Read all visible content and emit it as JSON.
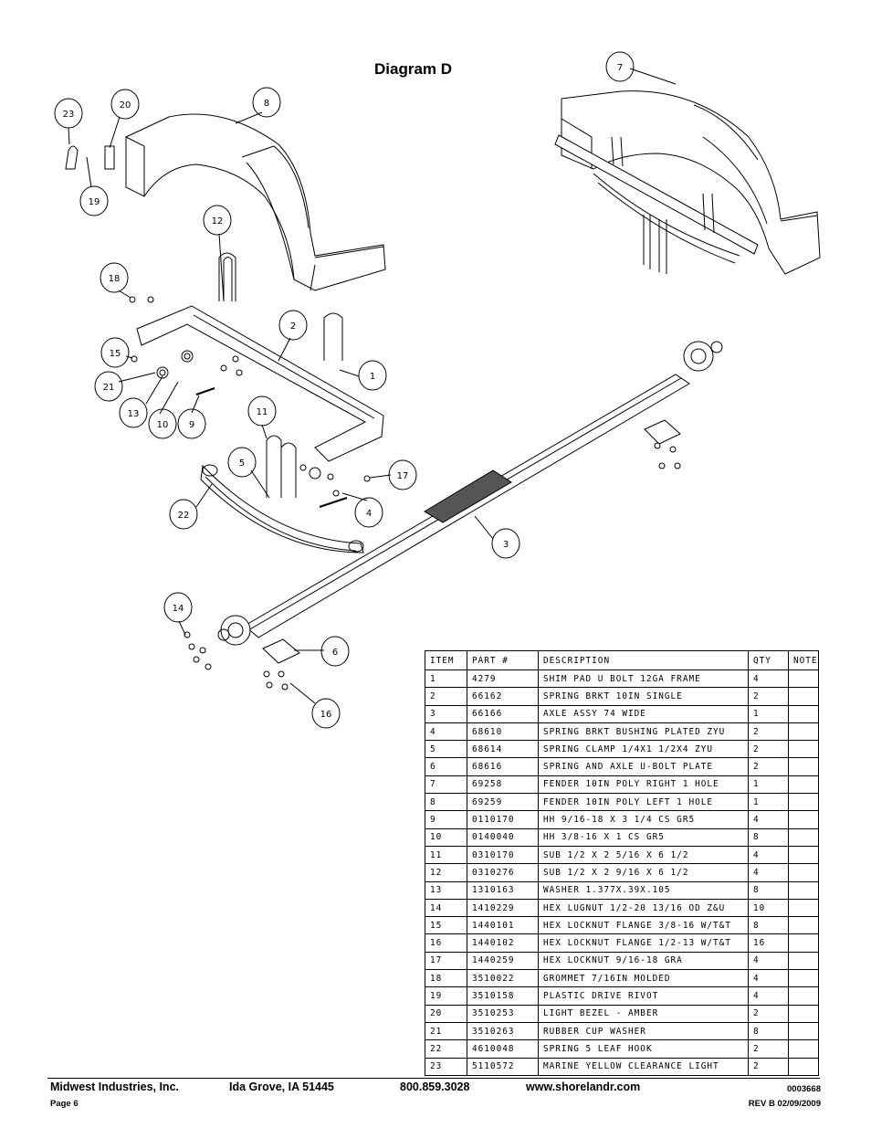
{
  "title": "Diagram D",
  "callouts": [
    "23",
    "20",
    "8",
    "19",
    "12",
    "18",
    "2",
    "15",
    "1",
    "21",
    "13",
    "10",
    "9",
    "11",
    "5",
    "17",
    "4",
    "22",
    "3",
    "14",
    "6",
    "16",
    "7"
  ],
  "table": {
    "headers": [
      "ITEM",
      "PART #",
      "DESCRIPTION",
      "QTY",
      "NOTE"
    ],
    "rows": [
      [
        "1",
        "4279",
        "SHIM PAD   U BOLT 12GA FRAME",
        "4",
        ""
      ],
      [
        "2",
        "66162",
        "SPRING BRKT  10IN SINGLE",
        "2",
        ""
      ],
      [
        "3",
        "66166",
        "AXLE ASSY 74 WIDE",
        "1",
        ""
      ],
      [
        "4",
        "68610",
        "SPRING BRKT BUSHING PLATED ZYU",
        "2",
        ""
      ],
      [
        "5",
        "68614",
        "SPRING CLAMP   1/4X1 1/2X4  ZYU",
        "2",
        ""
      ],
      [
        "6",
        "68616",
        "SPRING AND AXLE U-BOLT PLATE",
        "2",
        ""
      ],
      [
        "7",
        "69258",
        "FENDER  10IN POLY RIGHT 1 HOLE",
        "1",
        ""
      ],
      [
        "8",
        "69259",
        "FENDER  10IN POLY LEFT 1 HOLE",
        "1",
        ""
      ],
      [
        "9",
        "0110170",
        "HH 9/16-18 X 3 1/4 CS GR5",
        "4",
        ""
      ],
      [
        "10",
        "0140040",
        "HH 3/8-16 X 1 CS GR5",
        "8",
        ""
      ],
      [
        "11",
        "0310170",
        "SUB 1/2 X 2 5/16 X 6 1/2",
        "4",
        ""
      ],
      [
        "12",
        "0310276",
        "SUB 1/2 X 2 9/16 X 6 1/2",
        "4",
        ""
      ],
      [
        "13",
        "1310163",
        "WASHER 1.377X.39X.105",
        "8",
        ""
      ],
      [
        "14",
        "1410229",
        "HEX LUGNUT 1/2-20 13/16 OD Z&U",
        "10",
        ""
      ],
      [
        "15",
        "1440101",
        "HEX LOCKNUT FLANGE 3/8-16 W/T&T",
        "8",
        ""
      ],
      [
        "16",
        "1440102",
        "HEX LOCKNUT FLANGE 1/2-13 W/T&T",
        "16",
        ""
      ],
      [
        "17",
        "1440259",
        "HEX LOCKNUT 9/16-18 GRA",
        "4",
        ""
      ],
      [
        "18",
        "3510022",
        "GROMMET  7/16IN MOLDED",
        "4",
        ""
      ],
      [
        "19",
        "3510158",
        "PLASTIC DRIVE RIVOT",
        "4",
        ""
      ],
      [
        "20",
        "3510253",
        "LIGHT BEZEL - AMBER",
        "2",
        ""
      ],
      [
        "21",
        "3510263",
        "RUBBER CUP WASHER",
        "8",
        ""
      ],
      [
        "22",
        "4610048",
        "SPRING  5 LEAF HOOK",
        "2",
        ""
      ],
      [
        "23",
        "5110572",
        "MARINE YELLOW CLEARANCE LIGHT",
        "2",
        ""
      ]
    ]
  },
  "footer": {
    "company": "Midwest Industries, Inc.",
    "city": "Ida Grove, IA  51445",
    "phone": "800.859.3028",
    "website": "www.shorelandr.com",
    "doc_number": "0003668",
    "page": "Page 6",
    "revision": "REV B  02/09/2009"
  }
}
